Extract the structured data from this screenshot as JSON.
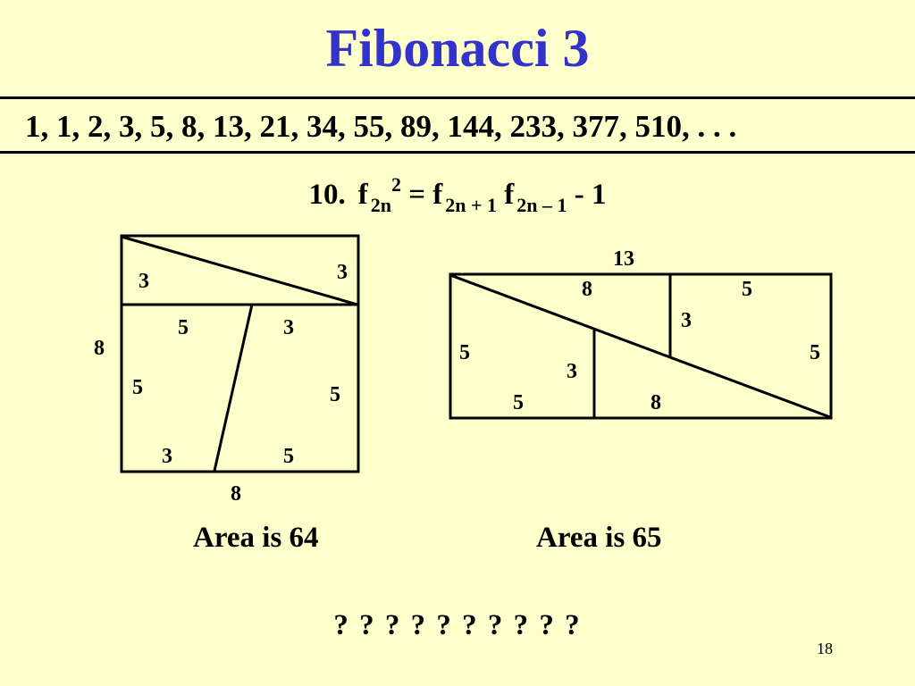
{
  "slide": {
    "title": "Fibonacci 3",
    "sequence": "1, 1, 2, 3, 5, 8, 13, 21, 34, 55, 89, 144, 233, 377, 510, . . .",
    "page_number": "18",
    "question_marks": "? ? ? ? ? ? ? ? ? ?"
  },
  "formula": {
    "number": "10.",
    "f": "f",
    "sub_left": "2n",
    "sup_left": "2",
    "equals": "=",
    "sub_a": "2n + 1",
    "sub_b": "2n – 1",
    "tail": "- 1"
  },
  "square": {
    "caption": "Area is 64",
    "labels": {
      "top_left_3": "3",
      "top_right_3": "3",
      "mid_5": "5",
      "mid_3": "3",
      "side_8": "8",
      "left_5": "5",
      "right_5": "5",
      "bottom_3": "3",
      "bottom_5": "5",
      "bottom_8": "8"
    }
  },
  "rectangle": {
    "caption": "Area is 65",
    "labels": {
      "top_13": "13",
      "top_8": "8",
      "top_5": "5",
      "inner_3_upper": "3",
      "left_5": "5",
      "right_5": "5",
      "inner_3_lower": "3",
      "bottom_5": "5",
      "bottom_8": "8"
    }
  }
}
